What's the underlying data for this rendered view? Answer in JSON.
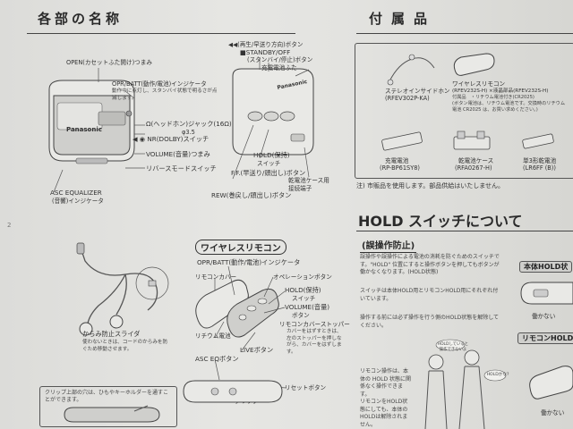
{
  "left": {
    "title": "各部の名称",
    "page_number": "2",
    "labels": {
      "open": "OPEN(カセットふた開け)つまみ",
      "opr_batt": "OPR/BATT(動作/電池)インジケータ",
      "opr_batt_note": "動作中に点灯し、スタンバイ状態で明るさが点滅します。",
      "ff_rew_btn": "◀◀(再生/早送り方向)ボタン",
      "standby": "■STANDBY/OFF",
      "standby_sub": "(スタンバイ/停止)ボタン",
      "charge_terminal": "充電電池ふた",
      "headphone": "Ω(ヘッドホン)ジャック(16Ω)",
      "phi": "φ3.5",
      "nr": "◀ ◉ NR(DOLBY)スイッチ",
      "volume": "VOLUME(音量)つまみ",
      "reverse": "リバースモードスイッチ",
      "asc_eq": "ASC EQUALIZER",
      "asc_eq_sub": "(音響)インジケータ",
      "hold": "HOLD(保持)",
      "hold_sub": "スイッチ",
      "ff": "F.F.(早送り/頭出し)ボタン",
      "rew": "REW(巻戻し/頭出し)ボタン",
      "case_terminal": "乾電池ケース用",
      "case_terminal_sub": "接続端子",
      "brand": "Panasonic"
    },
    "remote_title": "ワイヤレスリモコン",
    "remote_labels": {
      "opr_batt": "OPR/BATT(動作/電池)インジケータ",
      "cover": "リモコンカバー",
      "operation_btn": "オペレーションボタン",
      "hold_switch": "HOLD(保持)",
      "hold_switch_sub": "スイッチ",
      "volume_btn": "VOLUME(音量)",
      "volume_btn_sub": "ボタン",
      "stopper": "リモコンカバーストッパー",
      "stopper_note": "カバーをはずすときは、左のストッパーを押しながら、カバーをはずします。",
      "lithium": "リチウム電池",
      "live": "LIVEボタン",
      "asc_eq": "ASC EQボタン",
      "reset": "リセットボタン",
      "clip": "クリップ"
    },
    "slider_label": "からみ防止スライダ",
    "slider_note": "使わないときは、コードのからみを防ぐため移動させます。",
    "clip_note": "クリップ上部の穴は、ひもやキーホルダーを通すことができます。"
  },
  "right": {
    "title": "付属品",
    "accessories": [
      {
        "name": "ステレオインサイドホン",
        "model": "(RFEV302P-KA)"
      },
      {
        "name": "ワイヤレスリモコン",
        "model": "(RFEV232S-H) ×液晶部品(RFEV232S-H)"
      },
      {
        "name": "充電電池",
        "model": "(RP-BP61SY8)"
      },
      {
        "name": "乾電池ケース",
        "model": "(RFA0267-H)"
      },
      {
        "name": "単3形乾電池",
        "model": "(LR6FF (B))"
      }
    ],
    "remote_note": "付属品　・リチウム電池付き(CR2025)\n(ボタン電池は、リチウム電池です。交換時のリチウム電池 CR2025 は、お買い求めください。)",
    "footnote": "注) 市販品を使用します。部品供給はいたしません。",
    "hold_title": "HOLD スイッチについて",
    "prevent_title": "(誤操作防止)",
    "para1": "誤操作や誤操作による電池の消耗を防ぐためのスイッチです。\"HOLD\" 位置にすると操作ボタンを押してもボタンが働かなくなります。(HOLD状態)",
    "para2": "スイッチは本体HOLD用とリモコンHOLD用にそれぞれ付いています。",
    "para3": "操作する前には必ず操作を行う側のHOLD状態を解除してください。",
    "para4": "リモコン操作は、本体の HOLD 状態に関係なく操作できます。",
    "para5": "リモコンをHOLD状態にしても、本体のHOLDは解除されません。",
    "hold_unit_tab": "本体HOLD状",
    "hold_remote_tab": "リモコンHOLD",
    "no_function": "働かない",
    "cartoon_bubble": "HOLDしていると操作できないよ",
    "cartoon_bubble2": "HOLDかな?"
  }
}
